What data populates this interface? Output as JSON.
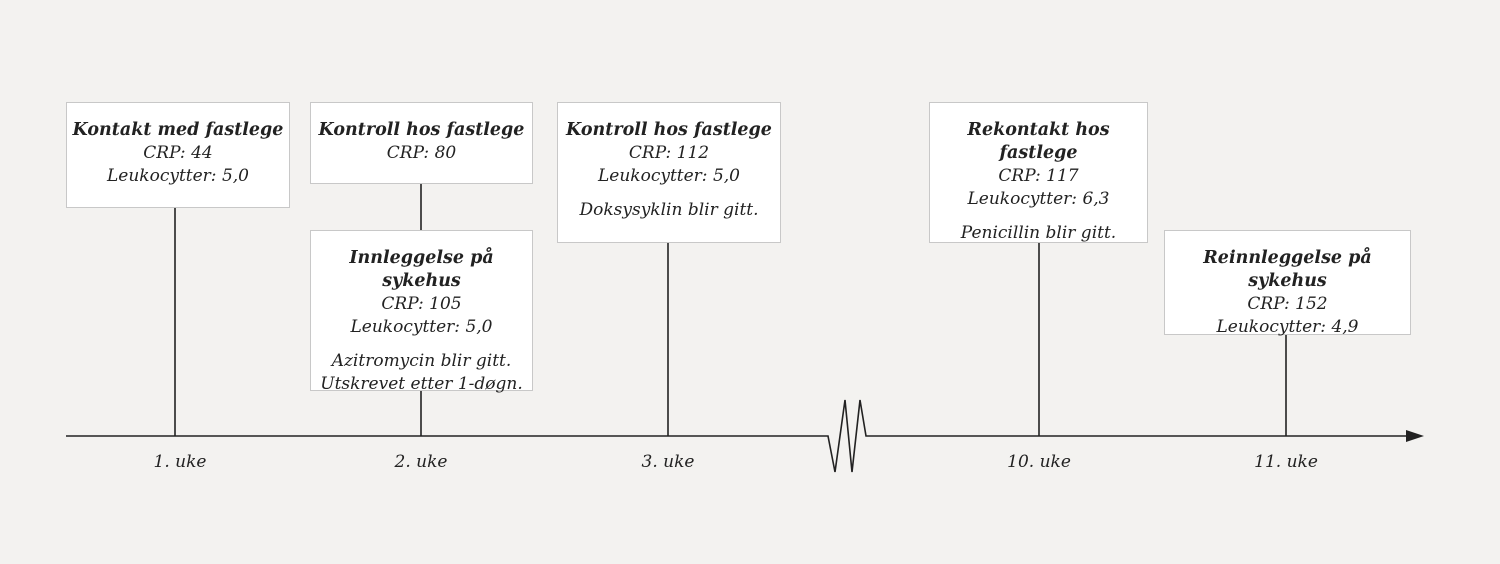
{
  "events": [
    {
      "title": "Kontakt med fastlege",
      "crp": "CRP: 44",
      "leuko": "Leukocytter: 5,0"
    },
    {
      "title": "Kontroll hos fastlege",
      "crp": "CRP: 80"
    },
    {
      "title": "Innleggelse på sykehus",
      "crp": "CRP: 105",
      "leuko": "Leukocytter: 5,0",
      "note1": "Azitromycin blir gitt.",
      "note2": "Utskrevet etter 1-døgn."
    },
    {
      "title": "Kontroll hos fastlege",
      "crp": "CRP: 112",
      "leuko": "Leukocytter: 5,0",
      "note1": "Doksysyklin blir gitt."
    },
    {
      "title": "Rekontakt hos fastlege",
      "crp": "CRP: 117",
      "leuko": "Leukocytter: 6,3",
      "note1": "Penicillin blir gitt."
    },
    {
      "title": "Reinnleggelse på sykehus",
      "crp": "CRP: 152",
      "leuko": "Leukocytter: 4,9"
    }
  ],
  "axis_labels": [
    "1. uke",
    "2. uke",
    "3. uke",
    "10. uke",
    "11. uke"
  ]
}
